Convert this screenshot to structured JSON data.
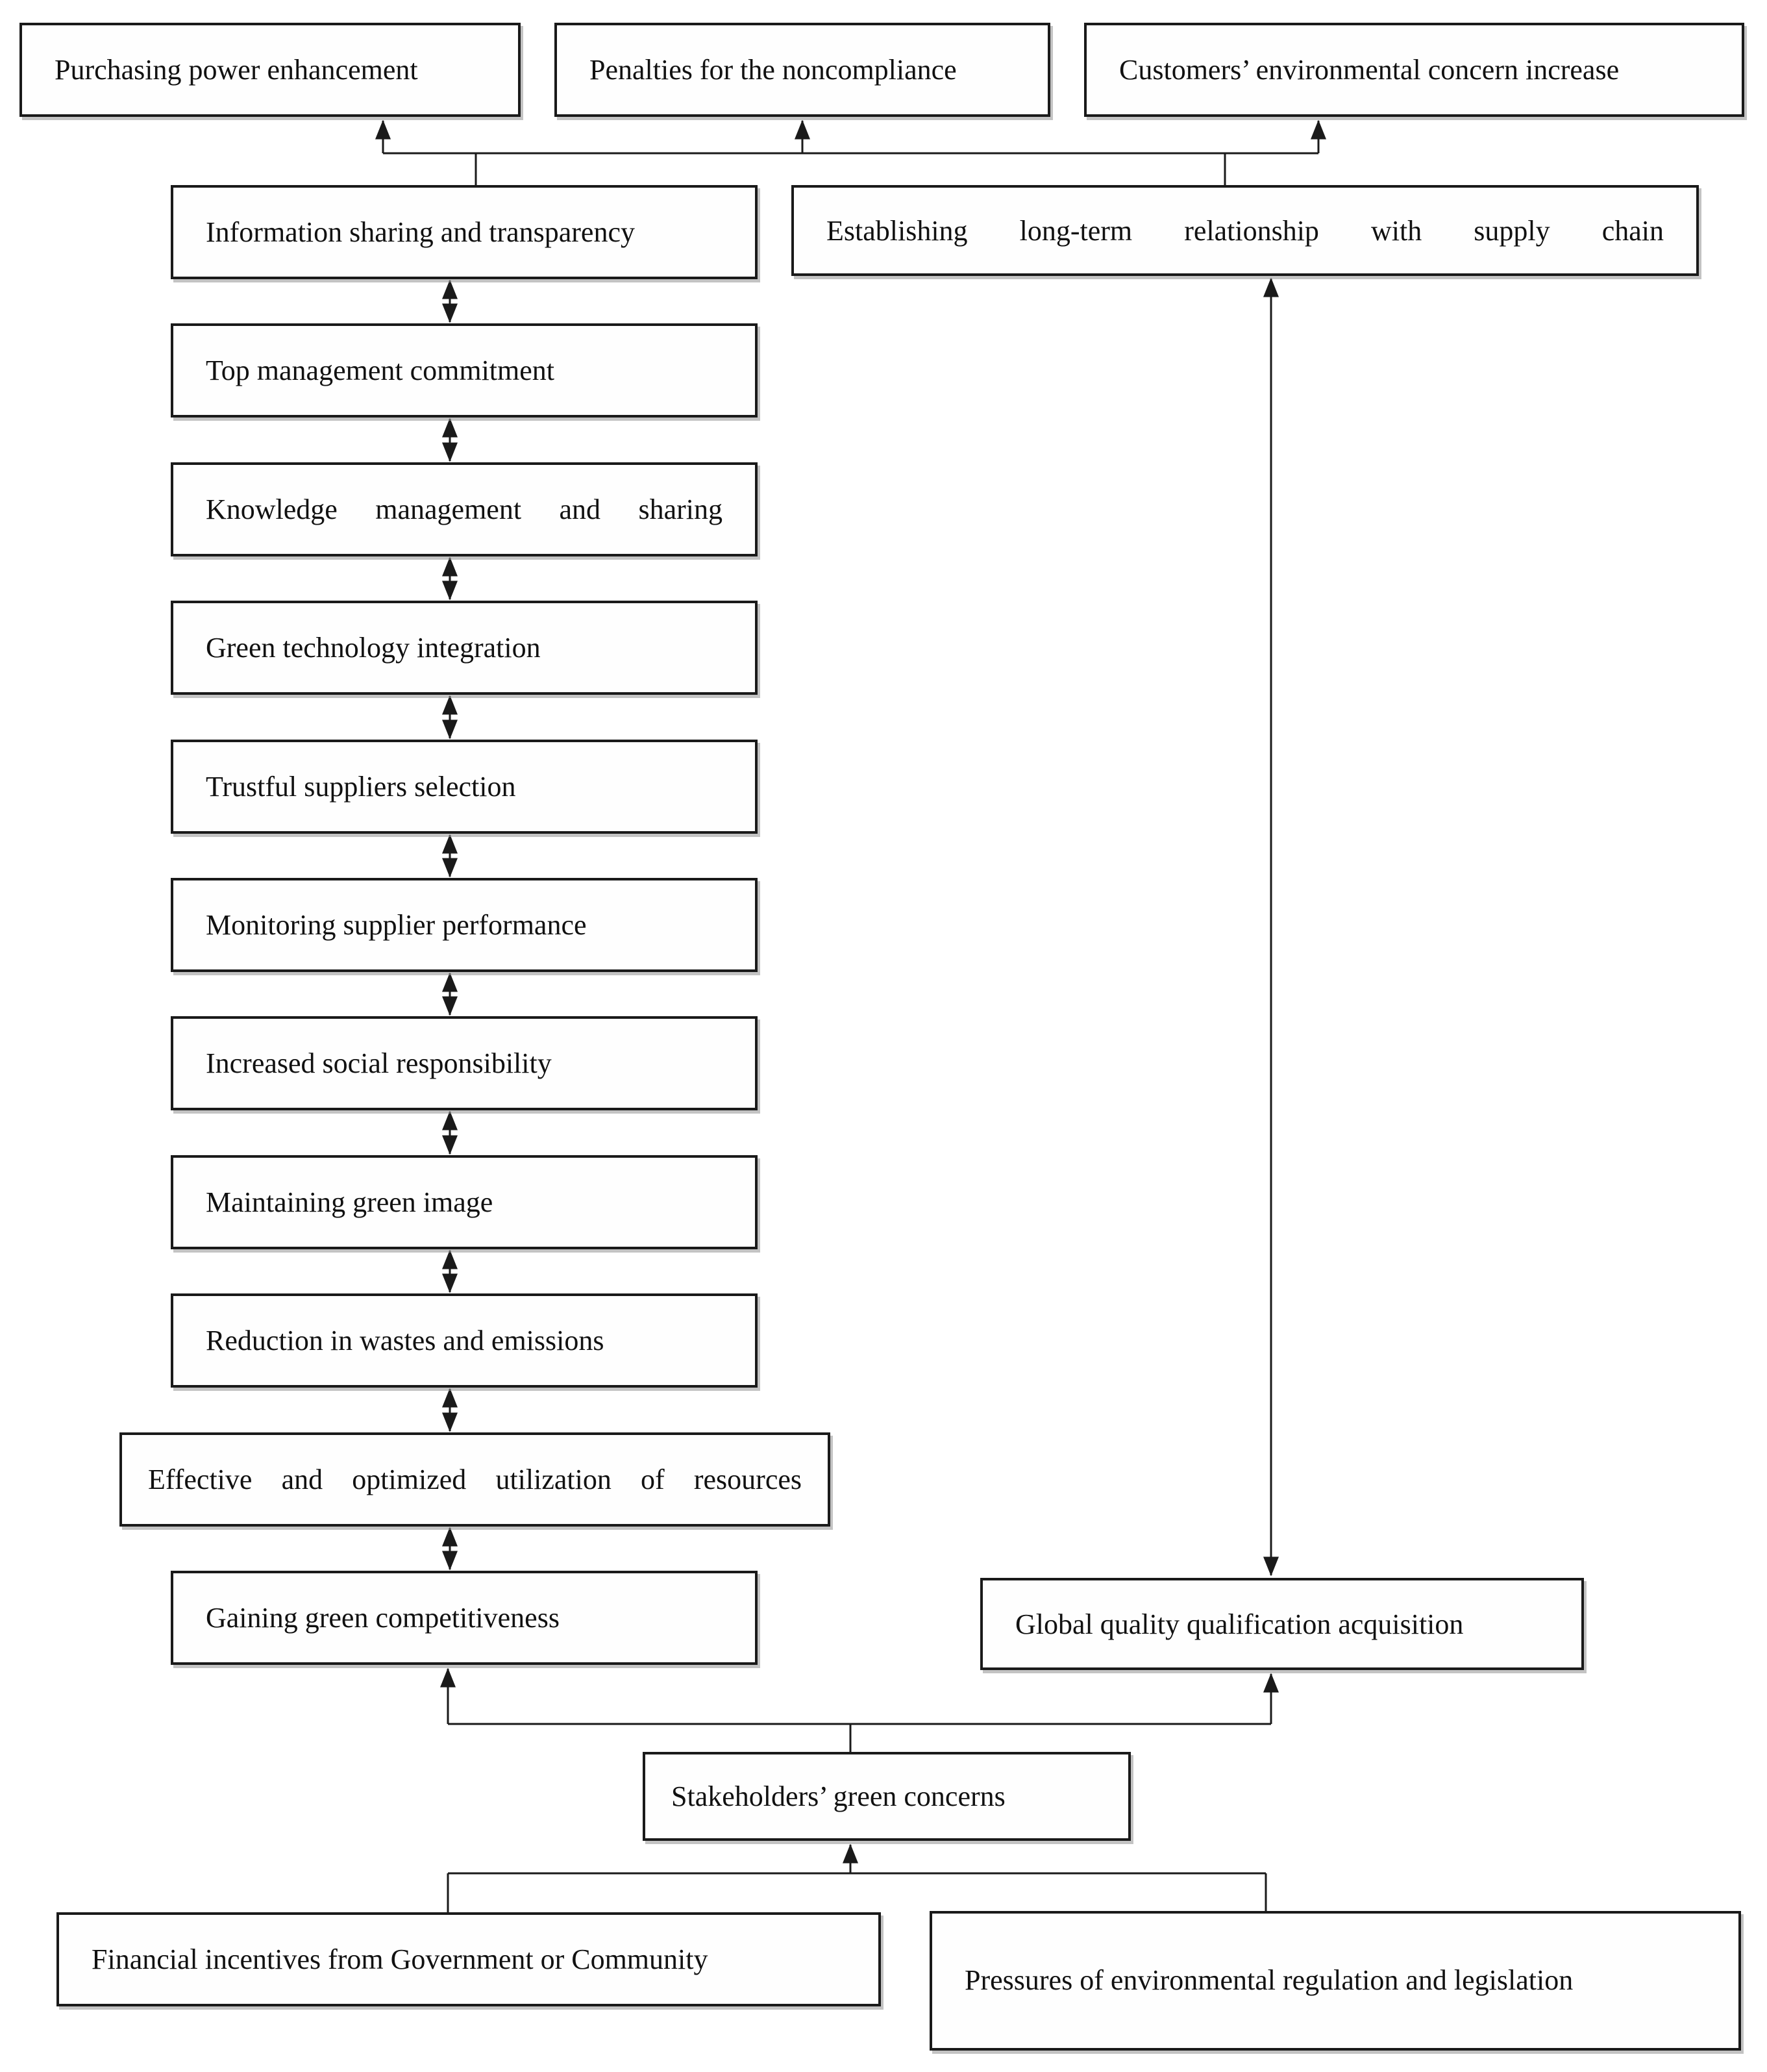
{
  "diagram": {
    "title": "Green supply chain factors diagram",
    "colors": {
      "background": "#ffffff",
      "box_border": "#1a1a1a",
      "box_fill": "#fefefe",
      "line": "#1a1a1a",
      "text": "#111111"
    },
    "nodes": {
      "purchasing": {
        "label": "Purchasing power enhancement"
      },
      "penalties": {
        "label": "Penalties for the noncompliance"
      },
      "customers": {
        "label": "Customers’ environmental concern increase"
      },
      "info_sharing": {
        "label": "Information sharing and transparency"
      },
      "top_management": {
        "label": "Top management commitment"
      },
      "knowledge": {
        "label": "Knowledge management and sharing"
      },
      "green_tech": {
        "label": "Green technology integration"
      },
      "trustful": {
        "label": "Trustful suppliers selection"
      },
      "monitoring": {
        "label": "Monitoring supplier performance"
      },
      "social": {
        "label": "Increased social responsibility"
      },
      "green_image": {
        "label": "Maintaining green image"
      },
      "reduction": {
        "label": "Reduction in wastes and emissions"
      },
      "effective": {
        "label": "Effective and optimized utilization of resources"
      },
      "gaining": {
        "label": "Gaining green competitiveness"
      },
      "establishing": {
        "label": "Establishing long-term relationship with supply chain"
      },
      "global_quality": {
        "label": "Global quality qualification acquisition"
      },
      "stakeholders": {
        "label": "Stakeholders’ green concerns"
      },
      "financial": {
        "label": "Financial incentives from Government or Community"
      },
      "pressures": {
        "label": "Pressures of environmental regulation and legislation"
      }
    }
  }
}
